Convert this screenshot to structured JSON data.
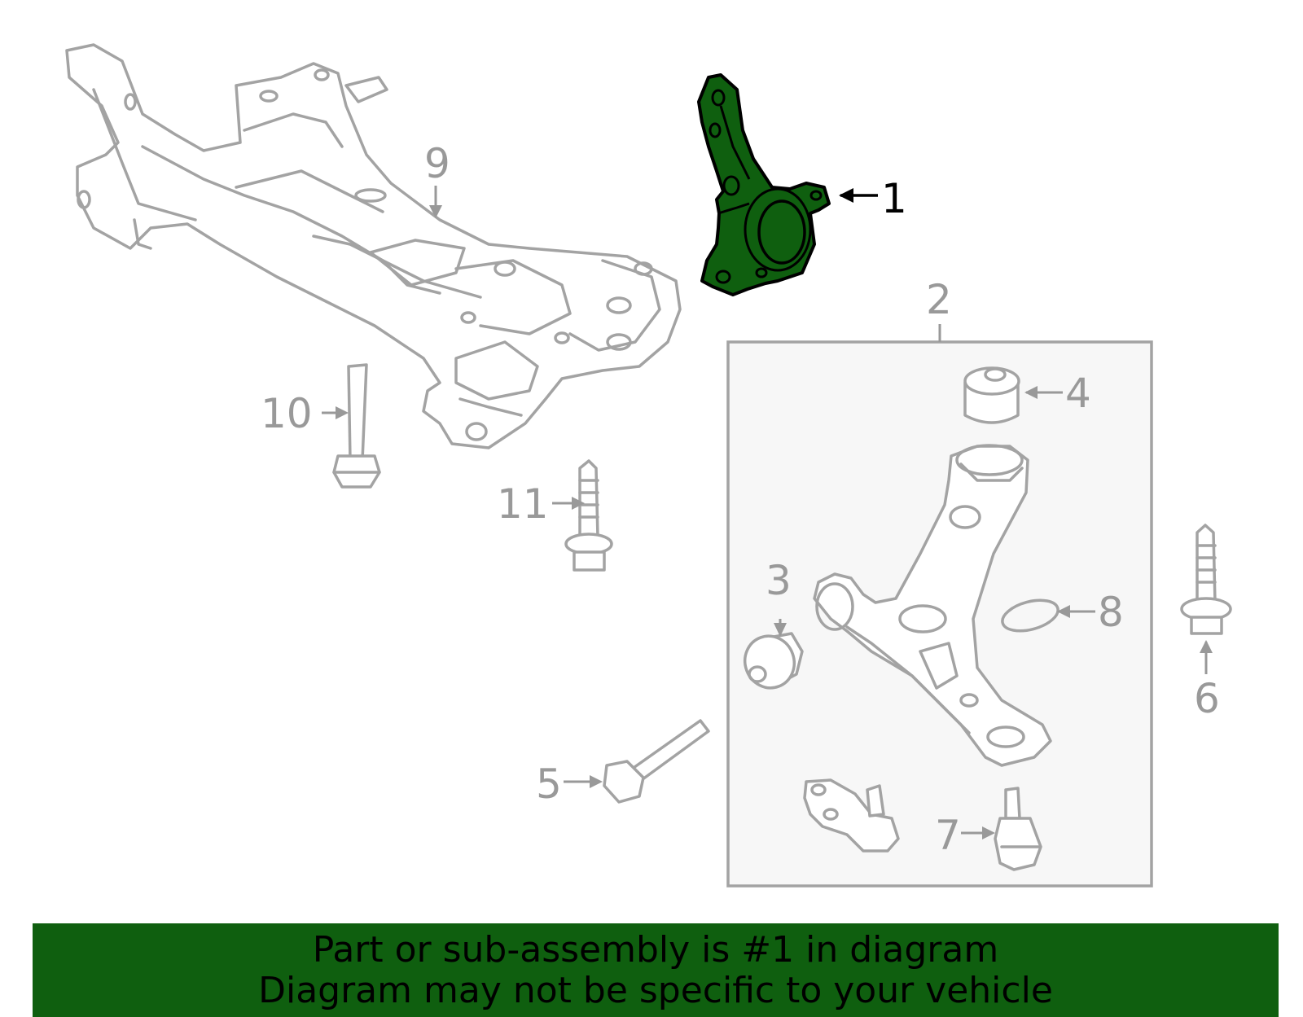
{
  "colors": {
    "highlight": "#0f5f0f",
    "part_outline": "#a3a3a3",
    "callout_text": "#999999",
    "kit_box_bg": "#f7f7f7",
    "banner_bg": "#0f5f0f"
  },
  "callouts": [
    {
      "id": "1",
      "label": "1",
      "selected": true
    },
    {
      "id": "2",
      "label": "2"
    },
    {
      "id": "3",
      "label": "3"
    },
    {
      "id": "4",
      "label": "4"
    },
    {
      "id": "5",
      "label": "5"
    },
    {
      "id": "6",
      "label": "6"
    },
    {
      "id": "7",
      "label": "7"
    },
    {
      "id": "8",
      "label": "8"
    },
    {
      "id": "9",
      "label": "9"
    },
    {
      "id": "10",
      "label": "10"
    },
    {
      "id": "11",
      "label": "11"
    }
  ],
  "banner": {
    "line1": "Part or sub-assembly is #1 in diagram",
    "line2": "Diagram may not be specific to your vehicle"
  }
}
